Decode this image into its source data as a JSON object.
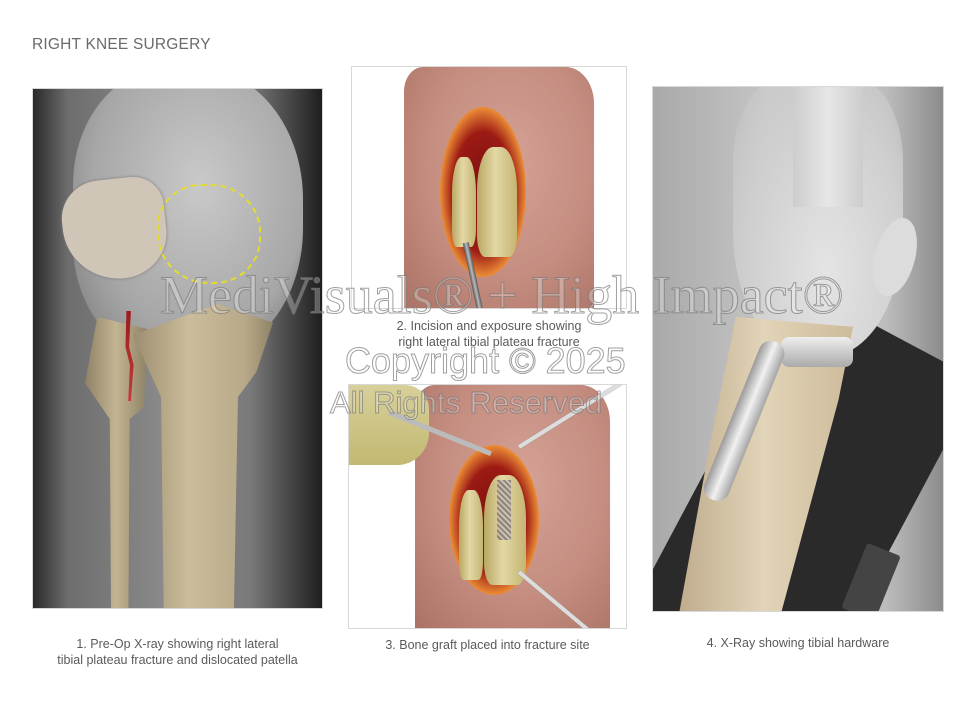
{
  "page": {
    "title": "RIGHT KNEE SURGERY"
  },
  "panels": [
    {
      "id": 1,
      "caption_line1": "1. Pre-Op X-ray showing right lateral",
      "caption_line2": "tibial plateau fracture and dislocated patella"
    },
    {
      "id": 2,
      "caption_line1": "2. Incision and exposure showing",
      "caption_line2": "right lateral tibial plateau fracture"
    },
    {
      "id": 3,
      "caption_line1": "3. Bone graft placed into fracture site"
    },
    {
      "id": 4,
      "caption_line1": "4. X-Ray showing tibial hardware"
    }
  ],
  "watermark": {
    "line1": "MediVisuals® + High Impact®",
    "line2": "Copyright © 2025",
    "line3": "All Rights Reserved"
  },
  "colors": {
    "title_text": "#6a6a6a",
    "caption_text": "#5a5a5a",
    "fracture_red": "#b32222",
    "dashed_outline": "#e4dc2c",
    "incision_orange": "#f6a852"
  }
}
